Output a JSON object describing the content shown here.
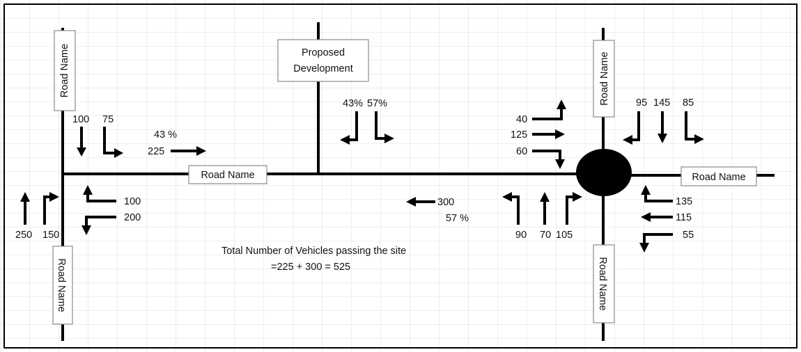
{
  "diagram": {
    "road_label": "Road Name",
    "development_label_line1": "Proposed",
    "development_label_line2": "Development",
    "total_line1": "Total Number of Vehicles passing the site",
    "total_line2": "=225 + 300 = 525"
  },
  "west_junction": {
    "southbound_through": "100",
    "southbound_left": "75",
    "east_pct": "43 %",
    "eastbound_flow": "225",
    "westbound_right": "100",
    "westbound_left": "200",
    "northbound_through": "250",
    "northbound_right": "150"
  },
  "development_split": {
    "left_pct": "43%",
    "right_pct": "57%"
  },
  "mid": {
    "westbound_flow": "300",
    "west_pct": "57 %"
  },
  "east_junction": {
    "eb_left": "40",
    "eb_through": "125",
    "eb_right": "60",
    "sb_right": "95",
    "sb_through": "145",
    "sb_left": "85",
    "nb_left": "90",
    "nb_through": "70",
    "nb_right": "105",
    "wb_right": "135",
    "wb_through": "115",
    "wb_left": "55"
  },
  "colors": {
    "road": "#000000",
    "grid": "#dcdcdc",
    "box_border": "#8a8a8a",
    "roundabout": "#000000"
  }
}
